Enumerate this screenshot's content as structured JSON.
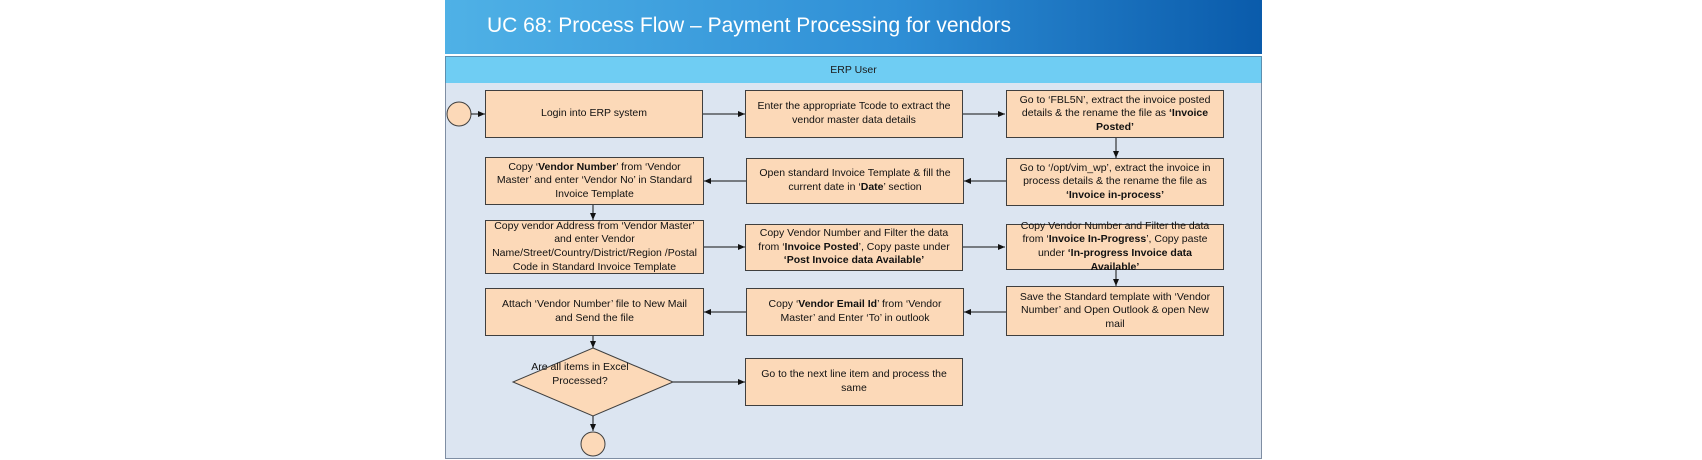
{
  "title": "UC 68: Process Flow – Payment Processing for vendors",
  "lane": "ERP User",
  "colors": {
    "box_fill": "#fcd9b8",
    "lane_header": "#6fcdf3",
    "lane_body": "#dce5f1",
    "title_gradient_end": "#0a5bab"
  },
  "steps": {
    "login": "Login into ERP system",
    "tcode": "Enter the appropriate Tcode to extract the vendor master data details",
    "fbl5n": {
      "a": "Go to ‘FBL5N’, extract the invoice posted details & the rename the file as ",
      "b": "‘Invoice Posted’"
    },
    "vim": {
      "a": "Go to ‘/opt/vim_wp’, extract the invoice in process details & the rename the file as ",
      "b": "‘Invoice in-process’"
    },
    "template": {
      "a": "Open standard Invoice Template & fill the current date in ‘",
      "b": "Date",
      "c": "’ section"
    },
    "vendor_no": {
      "a": "Copy ‘",
      "b": "Vendor Number",
      "c": "’ from ‘Vendor Master’ and enter ‘Vendor No’ in Standard Invoice Template"
    },
    "address": "Copy vendor Address from ‘Vendor Master’ and enter Vendor Name/Street/Country/District/Region /Postal Code in Standard Invoice Template",
    "filter_posted": {
      "a": "Copy Vendor Number and Filter the data from ‘",
      "b": "Invoice Posted",
      "c": "’, Copy paste under ",
      "d": "‘Post Invoice data Available’"
    },
    "filter_progress": {
      "a": "Copy Vendor Number and Filter the data from ‘",
      "b": "Invoice In-Progress",
      "c": "’, Copy paste under ",
      "d": "‘In-progress Invoice data Available’"
    },
    "save": "Save the Standard template with ‘Vendor Number’ and Open Outlook & open New mail",
    "email": {
      "a": "Copy ‘",
      "b": "Vendor Email Id",
      "c": "’ from ‘Vendor Master’ and Enter ‘To’ in outlook"
    },
    "attach": "Attach ‘Vendor Number’ file to New Mail and Send the file",
    "decision": "Are all items in Excel Processed?",
    "next": "Go to the next line item and process the same"
  }
}
